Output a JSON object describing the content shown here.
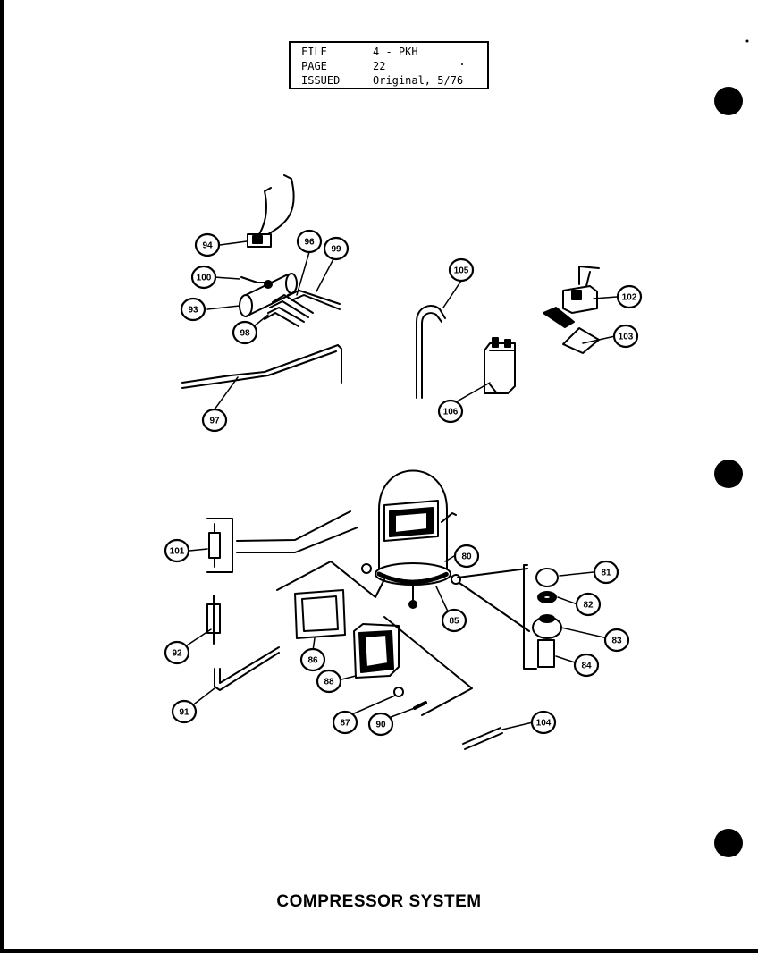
{
  "header": {
    "file_label": "FILE",
    "file_value": "4 - PKH",
    "page_label": "PAGE",
    "page_value": "22",
    "issued_label": "ISSUED",
    "issued_value": "Original, 5/76"
  },
  "caption": "COMPRESSOR SYSTEM",
  "callouts": [
    "94",
    "96",
    "99",
    "100",
    "93",
    "98",
    "97",
    "105",
    "106",
    "102",
    "103",
    "101",
    "80",
    "81",
    "82",
    "83",
    "84",
    "85",
    "92",
    "91",
    "86",
    "88",
    "87",
    "90",
    "104"
  ]
}
